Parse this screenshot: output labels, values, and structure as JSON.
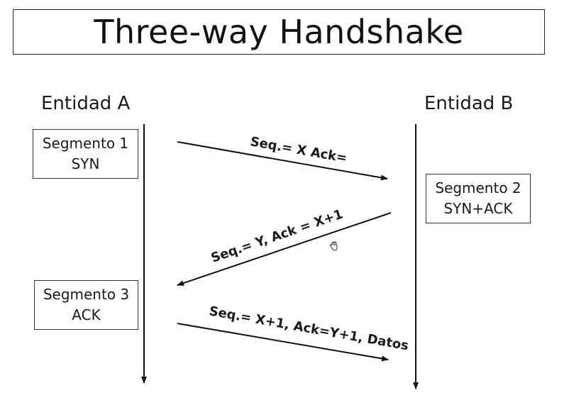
{
  "title": "Three-way Handshake",
  "entities": {
    "a": "Entidad A",
    "b": "Entidad B"
  },
  "segments": [
    {
      "line1": "Segmento 1",
      "line2": "SYN"
    },
    {
      "line1": "Segmento 2",
      "line2": "SYN+ACK"
    },
    {
      "line1": "Segmento 3",
      "line2": "ACK"
    }
  ],
  "messages": [
    {
      "label": "Seq.= X  Ack=",
      "direction": "A-to-B"
    },
    {
      "label": "Seq.= Y, Ack = X+1",
      "direction": "B-to-A"
    },
    {
      "label": "Seq.= X+1, Ack=Y+1, Datos",
      "direction": "A-to-B"
    }
  ],
  "icons": {
    "cursor": "hand-cursor-icon"
  }
}
